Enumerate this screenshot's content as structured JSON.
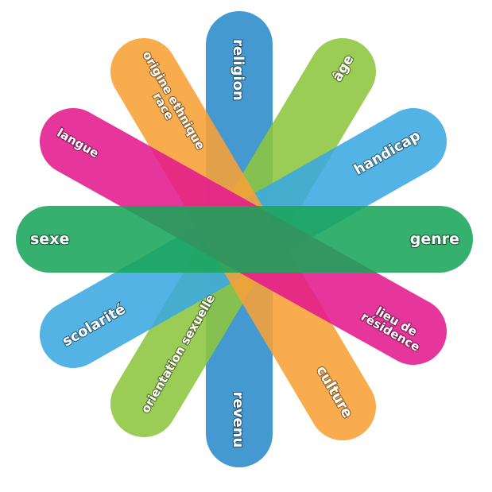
{
  "petals": [
    {
      "id": "religion",
      "start_label": "religion",
      "end_label": "revenu",
      "color": "#2a8bcb"
    },
    {
      "id": "age",
      "start_label": "âge",
      "end_label": "orientation sexuelle",
      "color": "#8dc63f"
    },
    {
      "id": "handicap",
      "start_label": "handicap",
      "end_label": "scolarité",
      "color": "#3aa8e0"
    },
    {
      "id": "origine",
      "start_label": "origine ethnique\nrace",
      "end_label": "culture",
      "color": "#f7a035"
    },
    {
      "id": "langue",
      "start_label": "langue",
      "end_label": "lieu de\nrésidence",
      "color": "#e3198d"
    },
    {
      "id": "sexe",
      "start_label": "sexe",
      "end_label": "genre",
      "color": "#1aa55a"
    }
  ]
}
